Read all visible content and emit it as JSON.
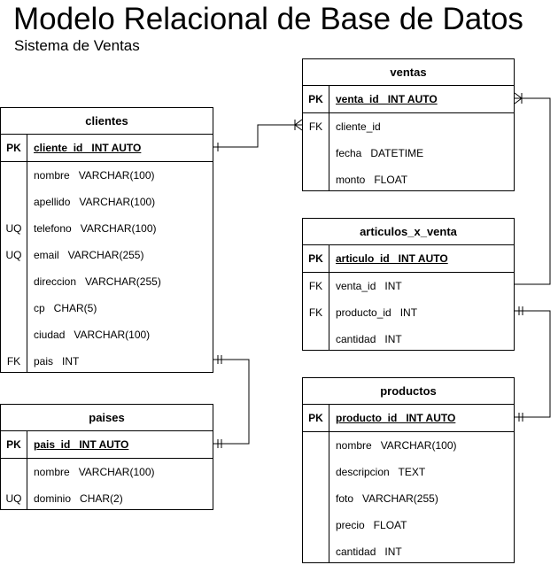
{
  "title": "Modelo Relacional de Base de Datos",
  "subtitle": "Sistema de Ventas",
  "entities": {
    "clientes": {
      "name": "clientes",
      "pk": {
        "key": "PK",
        "field": "cliente_id   INT AUTO"
      },
      "fields": [
        {
          "key": "",
          "field": "nombre   VARCHAR(100)"
        },
        {
          "key": "",
          "field": "apellido   VARCHAR(100)"
        },
        {
          "key": "UQ",
          "field": "telefono   VARCHAR(100)"
        },
        {
          "key": "UQ",
          "field": "email   VARCHAR(255)"
        },
        {
          "key": "",
          "field": "direccion   VARCHAR(255)"
        },
        {
          "key": "",
          "field": "cp   CHAR(5)"
        },
        {
          "key": "",
          "field": "ciudad   VARCHAR(100)"
        },
        {
          "key": "FK",
          "field": "pais   INT"
        }
      ]
    },
    "paises": {
      "name": "paises",
      "pk": {
        "key": "PK",
        "field": "pais_id   INT AUTO"
      },
      "fields": [
        {
          "key": "",
          "field": "nombre   VARCHAR(100)"
        },
        {
          "key": "UQ",
          "field": "dominio   CHAR(2)"
        }
      ]
    },
    "ventas": {
      "name": "ventas",
      "pk": {
        "key": "PK",
        "field": "venta_id   INT AUTO"
      },
      "fields": [
        {
          "key": "FK",
          "field": "cliente_id"
        },
        {
          "key": "",
          "field": "fecha   DATETIME"
        },
        {
          "key": "",
          "field": "monto   FLOAT"
        }
      ]
    },
    "articulos_x_venta": {
      "name": "articulos_x_venta",
      "pk": {
        "key": "PK",
        "field": "articulo_id   INT AUTO"
      },
      "fields": [
        {
          "key": "FK",
          "field": "venta_id   INT"
        },
        {
          "key": "FK",
          "field": "producto_id   INT"
        },
        {
          "key": "",
          "field": "cantidad   INT"
        }
      ]
    },
    "productos": {
      "name": "productos",
      "pk": {
        "key": "PK",
        "field": "producto_id   INT AUTO"
      },
      "fields": [
        {
          "key": "",
          "field": "nombre   VARCHAR(100)"
        },
        {
          "key": "",
          "field": "descripcion   TEXT"
        },
        {
          "key": "",
          "field": "foto   VARCHAR(255)"
        },
        {
          "key": "",
          "field": "precio   FLOAT"
        },
        {
          "key": "",
          "field": "cantidad   INT"
        }
      ]
    }
  }
}
